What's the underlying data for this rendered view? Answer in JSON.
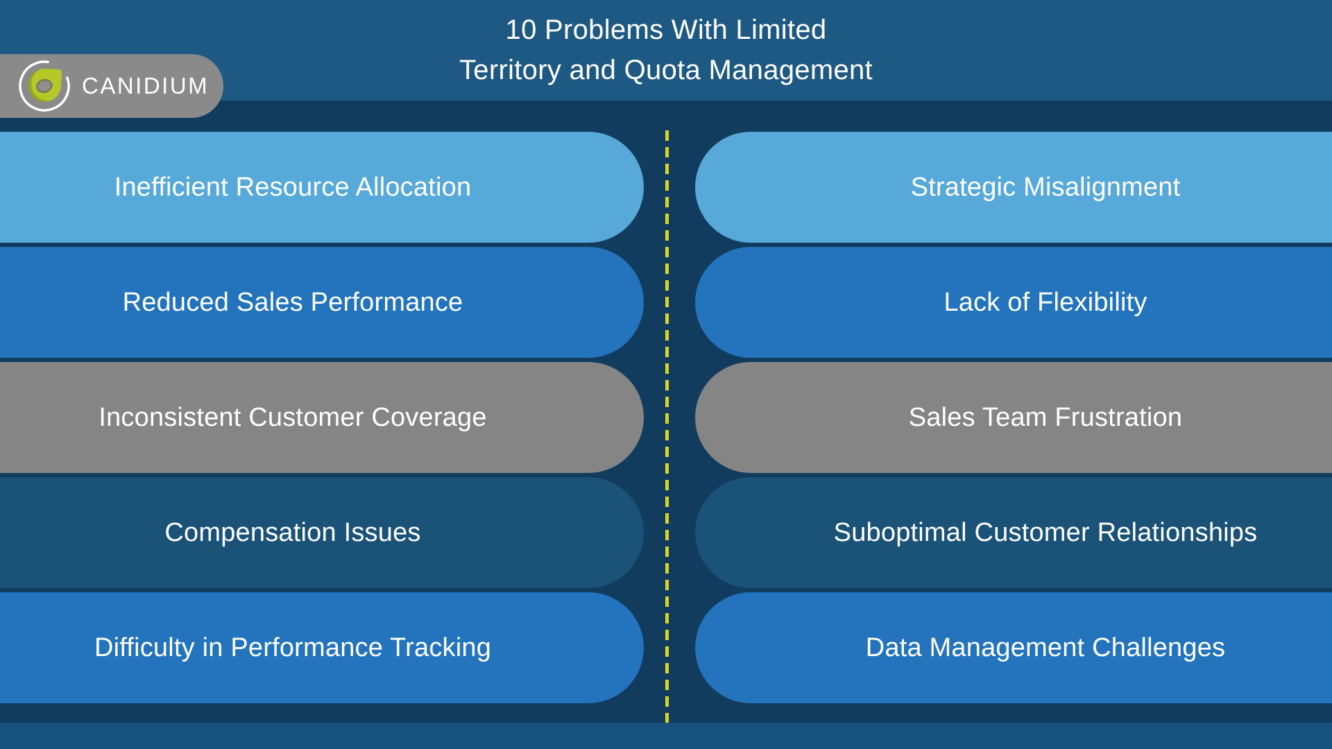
{
  "title": {
    "line1": "10 Problems With Limited",
    "line2": "Territory and Quota Management"
  },
  "logo": {
    "text": "CANIDIUM",
    "icon": "canidium-leaf-ring-icon"
  },
  "columns": {
    "left": [
      {
        "label": "Inefficient Resource Allocation",
        "variant": "light-blue"
      },
      {
        "label": "Reduced Sales Performance",
        "variant": "blue"
      },
      {
        "label": "Inconsistent Customer Coverage",
        "variant": "gray"
      },
      {
        "label": "Compensation Issues",
        "variant": "dark-blue"
      },
      {
        "label": "Difficulty in Performance Tracking",
        "variant": "blue"
      }
    ],
    "right": [
      {
        "label": "Strategic Misalignment",
        "variant": "light-blue"
      },
      {
        "label": "Lack of Flexibility",
        "variant": "blue"
      },
      {
        "label": "Sales Team Frustration",
        "variant": "gray"
      },
      {
        "label": "Suboptimal Customer Relationships",
        "variant": "dark-blue"
      },
      {
        "label": "Data Management Challenges",
        "variant": "blue"
      }
    ]
  },
  "colors": {
    "background_navy": "#123C5E",
    "header_band": "#1D5983",
    "footer_band": "#17527C",
    "pill_light_blue": "#57A9D9",
    "pill_blue": "#2374BC",
    "pill_gray": "#858585",
    "pill_dark_blue": "#1A5278",
    "divider_yellow": "#D8D22B",
    "logo_pill_gray": "#8A8A8A",
    "logo_leaf_lime": "#B5C827",
    "text_white": "#FFFFFF"
  }
}
